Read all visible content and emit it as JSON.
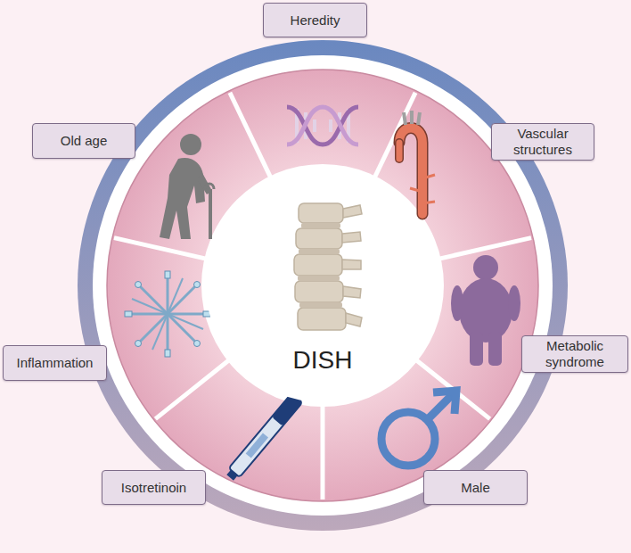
{
  "diagram": {
    "nodes": [
      {
        "text": [
          "DISH"
        ]
      },
      {
        "text": [
          "Heredity"
        ]
      },
      {
        "text": [
          "Vascular structures"
        ]
      },
      {
        "text": [
          "Metabolic syndrome"
        ]
      },
      {
        "text": [
          "Male"
        ]
      },
      {
        "text": [
          "Isotretinoin"
        ]
      },
      {
        "text": [
          "Inflammation"
        ]
      },
      {
        "text": [
          "Old age"
        ]
      }
    ]
  }
}
